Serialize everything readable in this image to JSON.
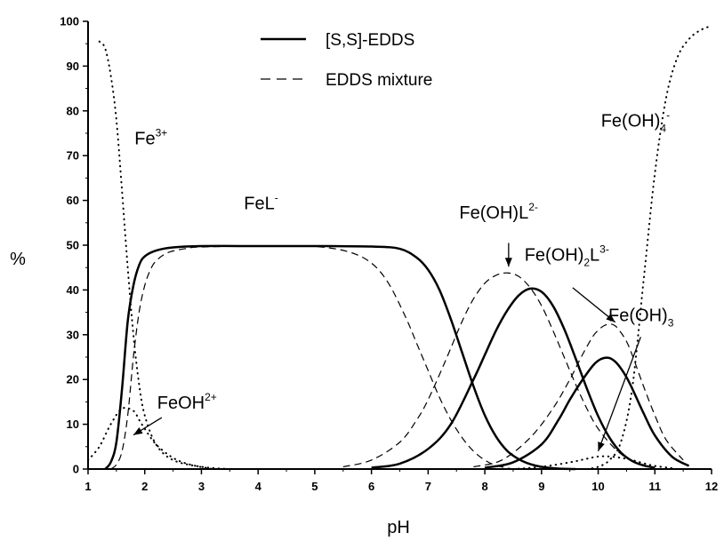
{
  "chart_data": {
    "type": "line",
    "xlabel": "pH",
    "ylabel": "%",
    "xlim": [
      1,
      12
    ],
    "ylim": [
      0,
      100
    ],
    "xticks": [
      "1",
      "2",
      "3",
      "4",
      "5",
      "6",
      "7",
      "8",
      "9",
      "10",
      "11",
      "12"
    ],
    "yticks": [
      "0",
      "10",
      "20",
      "30",
      "40",
      "50",
      "60",
      "70",
      "80",
      "90",
      "100"
    ],
    "grid": false,
    "legend_position": "top-center",
    "legend": [
      {
        "label": "[S,S]-EDDS",
        "style": "solid"
      },
      {
        "label": "EDDS mixture",
        "style": "dashed"
      }
    ],
    "line_color": "#000000",
    "species_labels": [
      {
        "id": "fe3",
        "base": "Fe",
        "sup": "3+",
        "x": 1.82,
        "y": 72.5
      },
      {
        "id": "fel",
        "base": "FeL",
        "sup": "-",
        "x": 3.75,
        "y": 58
      },
      {
        "id": "feoh2",
        "base": "FeOH",
        "sup": "2+",
        "x": 2.22,
        "y": 13.5
      },
      {
        "id": "feohl",
        "base": "Fe(OH)L",
        "sup": "2-",
        "x": 7.55,
        "y": 56
      },
      {
        "id": "feoh2l",
        "base": "Fe(OH)",
        "sub": "2",
        "base2": "L",
        "sup": "3-",
        "x": 8.7,
        "y": 46.5
      },
      {
        "id": "feoh4",
        "base": "Fe(OH)",
        "sub": "4",
        "sup": "-",
        "x": 10.05,
        "y": 76.5
      },
      {
        "id": "feoh3",
        "base": "Fe(OH)",
        "sub": "3",
        "x": 10.18,
        "y": 33
      }
    ],
    "annotations": [
      {
        "id": "arrow-feoh2",
        "from": [
          2.3,
          11.5
        ],
        "to": [
          1.8,
          7.6
        ]
      },
      {
        "id": "arrow-feohl",
        "from": [
          8.42,
          50.5
        ],
        "to": [
          8.42,
          45.2
        ]
      },
      {
        "id": "arrow-feoh2l",
        "from": [
          9.55,
          40.5
        ],
        "to": [
          10.3,
          32.8
        ]
      },
      {
        "id": "arrow-feoh3",
        "from": [
          10.75,
          29.5
        ],
        "to": [
          10.0,
          4.0
        ]
      }
    ],
    "series": [
      {
        "name": "[S,S]-EDDS",
        "id": "fel-solid",
        "style": "solid",
        "x": [
          1.3,
          1.4,
          1.5,
          1.6,
          1.7,
          1.8,
          1.9,
          2.0,
          2.2,
          2.5,
          3.0,
          4.0,
          5.0,
          6.0,
          6.5,
          6.8,
          7.0,
          7.2,
          7.4,
          7.6,
          7.8,
          8.0,
          8.2,
          8.4,
          8.6,
          8.8,
          9.0,
          9.3,
          9.6
        ],
        "y": [
          0,
          1.5,
          6,
          18,
          33,
          41,
          45.5,
          47.5,
          48.8,
          49.5,
          49.8,
          49.8,
          49.8,
          49.7,
          49.2,
          47.2,
          44.5,
          40,
          33.5,
          26,
          18.5,
          12,
          7.2,
          4,
          2.2,
          1.1,
          0.5,
          0.1,
          0
        ]
      },
      {
        "id": "fel-dashed",
        "style": "dashed",
        "x": [
          1.4,
          1.5,
          1.6,
          1.7,
          1.8,
          1.9,
          2.0,
          2.1,
          2.2,
          2.4,
          2.7,
          3.0,
          4.0,
          5.0,
          5.6,
          6.0,
          6.3,
          6.6,
          6.8,
          7.0,
          7.2,
          7.4,
          7.6,
          7.8,
          8.0,
          8.2,
          8.5
        ],
        "y": [
          0,
          1,
          4,
          12,
          25,
          35,
          41,
          44.5,
          46.5,
          48.3,
          49.2,
          49.6,
          49.8,
          49.7,
          48.5,
          46,
          41.5,
          34,
          28,
          22,
          16,
          11,
          7,
          4,
          2,
          0.8,
          0
        ]
      },
      {
        "id": "feohl-solid",
        "style": "solid",
        "x": [
          6.0,
          6.5,
          7.0,
          7.4,
          7.8,
          8.0,
          8.2,
          8.4,
          8.6,
          8.8,
          9.0,
          9.2,
          9.4,
          9.6,
          9.8,
          10.0,
          10.2,
          10.4,
          10.6,
          10.8,
          11.0
        ],
        "y": [
          0.3,
          1.2,
          4.5,
          10,
          20,
          25.5,
          31,
          35.5,
          38.8,
          40.3,
          39.6,
          36.5,
          31.3,
          24.8,
          18,
          11.8,
          7,
          3.7,
          1.8,
          0.8,
          0.3
        ]
      },
      {
        "id": "feohl-dashed",
        "style": "dashed",
        "x": [
          5.5,
          6.0,
          6.5,
          6.8,
          7.0,
          7.3,
          7.6,
          7.8,
          8.0,
          8.2,
          8.4,
          8.6,
          8.8,
          9.0,
          9.2,
          9.4,
          9.6,
          9.8,
          10.0,
          10.3,
          10.6,
          11.0
        ],
        "y": [
          0.5,
          2,
          6,
          11,
          15.5,
          24,
          33,
          38,
          41.5,
          43.3,
          43.8,
          43,
          40.5,
          36.5,
          31,
          25,
          19,
          13.5,
          9,
          4.5,
          1.8,
          0.3
        ]
      },
      {
        "id": "feoh2l-solid",
        "style": "solid",
        "x": [
          8.0,
          8.5,
          9.0,
          9.3,
          9.5,
          9.7,
          9.9,
          10.0,
          10.1,
          10.2,
          10.3,
          10.4,
          10.5,
          10.6,
          10.8,
          11.0,
          11.3,
          11.6
        ],
        "y": [
          0.3,
          1.5,
          5.5,
          11,
          15.5,
          19.5,
          23,
          24.2,
          24.8,
          24.8,
          24,
          22.5,
          20.5,
          18,
          12.5,
          7.5,
          2.8,
          0.7
        ]
      },
      {
        "id": "feoh2l-dashed",
        "style": "dashed",
        "x": [
          7.8,
          8.3,
          8.8,
          9.2,
          9.5,
          9.7,
          9.9,
          10.0,
          10.1,
          10.2,
          10.3,
          10.4,
          10.5,
          10.6,
          10.8,
          11.0,
          11.2,
          11.5
        ],
        "y": [
          0.5,
          2,
          7,
          13.5,
          20,
          25,
          29.5,
          31,
          32,
          32.4,
          32,
          30.5,
          28.5,
          25.5,
          18.5,
          12,
          6.5,
          2
        ]
      },
      {
        "id": "fe3-dotted",
        "style": "dotted",
        "x": [
          1.2,
          1.3,
          1.4,
          1.5,
          1.6,
          1.7,
          1.8,
          1.9,
          2.0,
          2.2,
          2.5,
          3.0,
          3.5
        ],
        "y": [
          95.5,
          94,
          88,
          78,
          62,
          45,
          30,
          19,
          12,
          5.5,
          2,
          0.5,
          0
        ]
      },
      {
        "id": "feoh2-dotted",
        "style": "dotted",
        "x": [
          1.0,
          1.2,
          1.4,
          1.6,
          1.8,
          1.9,
          2.0,
          2.2,
          2.5,
          2.8,
          3.2
        ],
        "y": [
          2,
          5,
          10,
          13.5,
          13,
          11,
          9,
          5.5,
          2.5,
          1,
          0
        ]
      },
      {
        "id": "feoh3-dotted",
        "style": "dotted",
        "x": [
          8.5,
          9.0,
          9.5,
          9.8,
          10.0,
          10.2,
          10.4,
          10.6,
          10.8,
          11.0,
          11.3
        ],
        "y": [
          0,
          0.5,
          1.5,
          2.3,
          2.8,
          2.8,
          2.5,
          2,
          1.3,
          0.7,
          0.2
        ]
      },
      {
        "id": "feoh4-dotted",
        "style": "dotted",
        "x": [
          9.8,
          10.0,
          10.2,
          10.4,
          10.6,
          10.8,
          11.0,
          11.2,
          11.4,
          11.6,
          11.8,
          12.0
        ],
        "y": [
          0,
          0.5,
          2,
          6,
          18,
          42,
          66,
          83,
          92,
          96,
          98,
          99
        ]
      }
    ]
  }
}
